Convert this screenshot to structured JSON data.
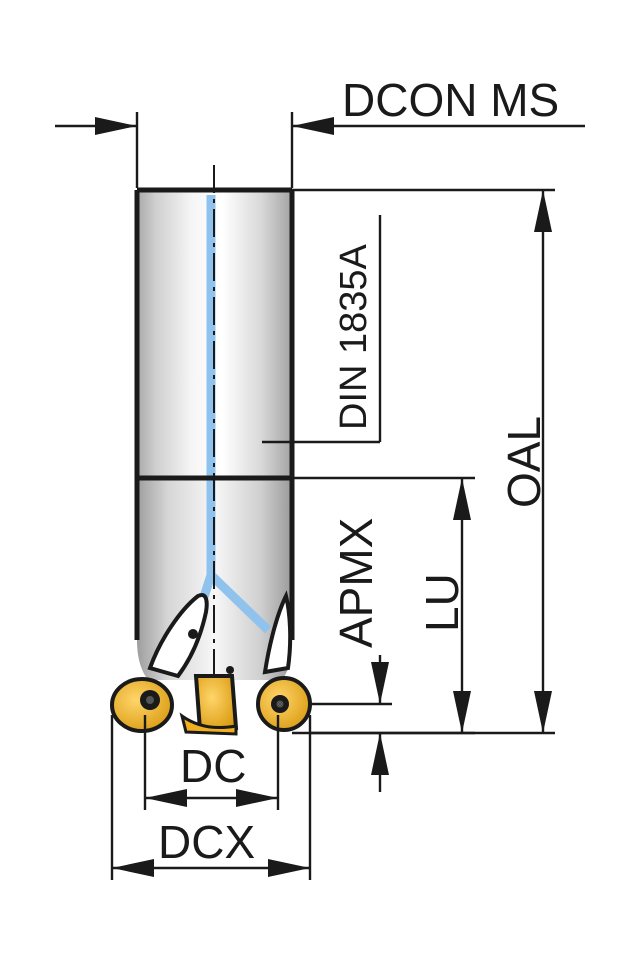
{
  "labels": {
    "dcon_ms": "DCON MS",
    "din": "DIN 1835A",
    "oal": "OAL",
    "lu": "LU",
    "apmx": "APMX",
    "dc": "DC",
    "dcx": "DCX"
  },
  "colors": {
    "coolant": "#8fc3ee",
    "insert": "#f0b020",
    "outline": "#1a1a1a",
    "body_light": "#f4f4f4",
    "body_dark": "#a9a9a9"
  },
  "icons": {
    "tool": "end-mill-with-indexable-round-inserts"
  }
}
